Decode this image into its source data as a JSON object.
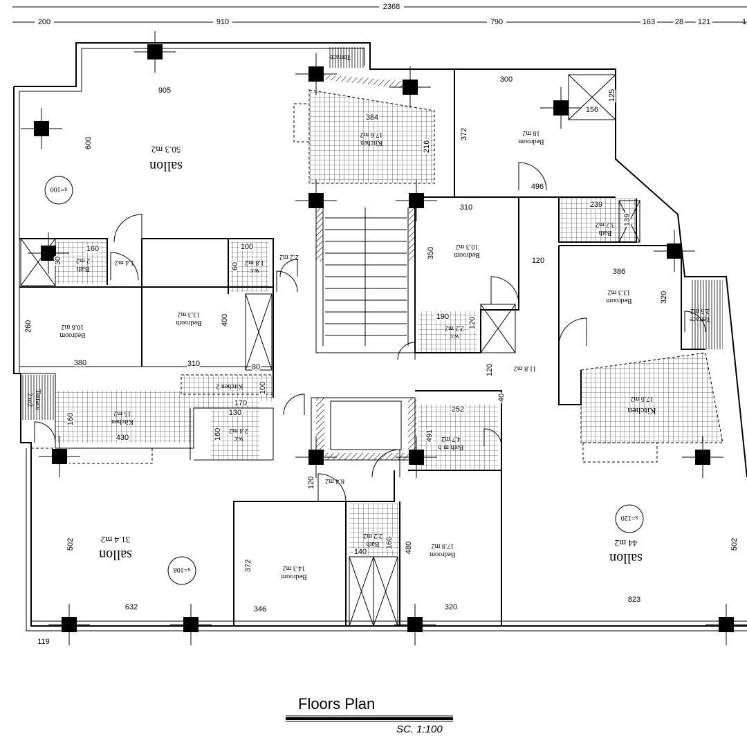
{
  "plan": {
    "title": "Floors Plan",
    "scale": "SC. 1:100",
    "overall_dims": {
      "total": "2368",
      "segments": [
        "200",
        "910",
        "790",
        "163",
        "28",
        "121",
        "1"
      ]
    },
    "rooms": {
      "sallon_top": {
        "name": "sallon",
        "area": "50.3 m2",
        "badge": "s=100"
      },
      "kitchen_top": {
        "name": "Kitchen",
        "area": "17.6 m2"
      },
      "terrace_top": {
        "name": "Terrace"
      },
      "bedroom_18": {
        "name": "Bedroom",
        "area": "18 m2"
      },
      "bath_left": {
        "name": "Bath",
        "area": "2 m2"
      },
      "hall_left": {
        "area": "1.4 m2"
      },
      "bedroom_10_6": {
        "name": "Bedroom",
        "area": "10.6 m2"
      },
      "bedroom_13_3_left": {
        "name": "Bedroom",
        "area": "13.3 m2"
      },
      "wc_1_8": {
        "name": "w.c",
        "area": "1.8 m2"
      },
      "hall_2_2": {
        "area": "2.2 m2"
      },
      "kitchen_2": {
        "name": "Kitchen 2"
      },
      "terrace_left": {
        "name": "Terrace",
        "area": "2 m2"
      },
      "kitchen_15": {
        "name": "Kitchen",
        "area": "15 m2"
      },
      "wc_2_4": {
        "name": "w.c",
        "area": "2.4 m2"
      },
      "bedroom_10_3": {
        "name": "Bedroom",
        "area": "10.3 m2"
      },
      "wc_2_2": {
        "name": "w.c",
        "area": "2.2 m2"
      },
      "hall_11_8": {
        "area": "11.8 m2"
      },
      "bath_right": {
        "name": "Bath",
        "area": "3.2 m2"
      },
      "bedroom_13_3_right": {
        "name": "Bedroom",
        "area": "13.3 m2"
      },
      "terrace_right": {
        "name": "Terrace",
        "area": "2.5 m2"
      },
      "kitchen_right": {
        "name": "Kitchen",
        "area": "17.6 m2"
      },
      "bath_mb": {
        "name": "Bath m b",
        "area": "4.7 m2"
      },
      "hall_8_4": {
        "area": "8.4 m2"
      },
      "bath_bottom": {
        "name": "Bath",
        "area": "2.2 m2"
      },
      "bedroom_14_3": {
        "name": "Bedroom",
        "area": "14.3 m2"
      },
      "bedroom_17_8": {
        "name": "Bedroom",
        "area": "17.8 m2"
      },
      "sallon_left": {
        "name": "sallon",
        "area": "31.4 m2",
        "badge": "s=108"
      },
      "sallon_right": {
        "name": "sallon",
        "area": "44 m2",
        "badge": "s=120"
      }
    },
    "dims": {
      "d905": "905",
      "d600": "600",
      "d384": "384",
      "d216": "216",
      "d372a": "372",
      "d300": "300",
      "d156": "156",
      "d125": "125",
      "d496": "496",
      "d310a": "310",
      "d350": "350",
      "d120a": "120",
      "d239": "239",
      "d139": "139",
      "d386": "386",
      "d320a": "320",
      "d160a": "160",
      "d30": "30",
      "d60": "60",
      "d100a": "100",
      "d260": "260",
      "d380": "380",
      "d310b": "310",
      "d400": "400",
      "d80": "80",
      "d100b": "100",
      "d170": "170",
      "d130": "130",
      "d160b": "160",
      "d430": "430",
      "d160c": "160",
      "d190": "190",
      "d120b": "120",
      "d120c": "120",
      "d40": "40",
      "d252": "252",
      "d491": "491",
      "d120d": "120",
      "d372b": "372",
      "d346": "346",
      "d140": "140",
      "d160d": "160",
      "d480": "480",
      "d320b": "320",
      "d502a": "502",
      "d632": "632",
      "d823": "823",
      "d502b": "502",
      "d119": "119"
    }
  }
}
